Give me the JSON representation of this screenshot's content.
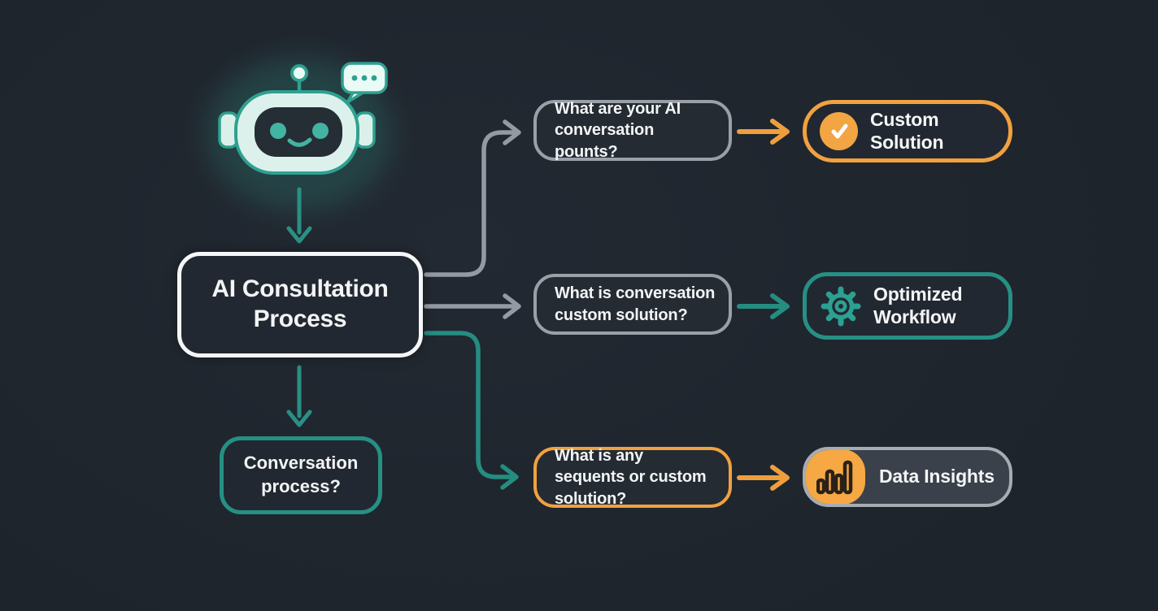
{
  "title": "AI Consultation Process flowchart",
  "palette": {
    "background": "#20262e",
    "white_stroke": "#f4f6f7",
    "gray_stroke": "#9aa0a8",
    "teal_stroke": "#259083",
    "orange_stroke": "#f0a140",
    "mint": "#dcf0ea",
    "data_box_fill": "#3a414a"
  },
  "robot": {
    "icon": "chatbot-mascot-icon",
    "bubble_icon": "speech-bubble-ellipsis-icon"
  },
  "flow": {
    "root_label": "AI Consultation Process",
    "child_label": "Conversation process?"
  },
  "branches": [
    {
      "question": "What are your AI conversation pounts?",
      "outcome": "Custom Solution",
      "outcome_icon": "check-circle-icon",
      "question_border": "#9aa0a8",
      "arrow_color": "#f0a140"
    },
    {
      "question": "What is conversation custom solution?",
      "outcome": "Optimized Workflow",
      "outcome_icon": "gear-icon",
      "question_border": "#9aa0a8",
      "arrow_color": "#259083"
    },
    {
      "question": "What is any sequents or custom solution?",
      "outcome": "Data Insights",
      "outcome_icon": "bar-chart-icon",
      "question_border": "#f0a140",
      "arrow_color": "#f0a140"
    }
  ]
}
